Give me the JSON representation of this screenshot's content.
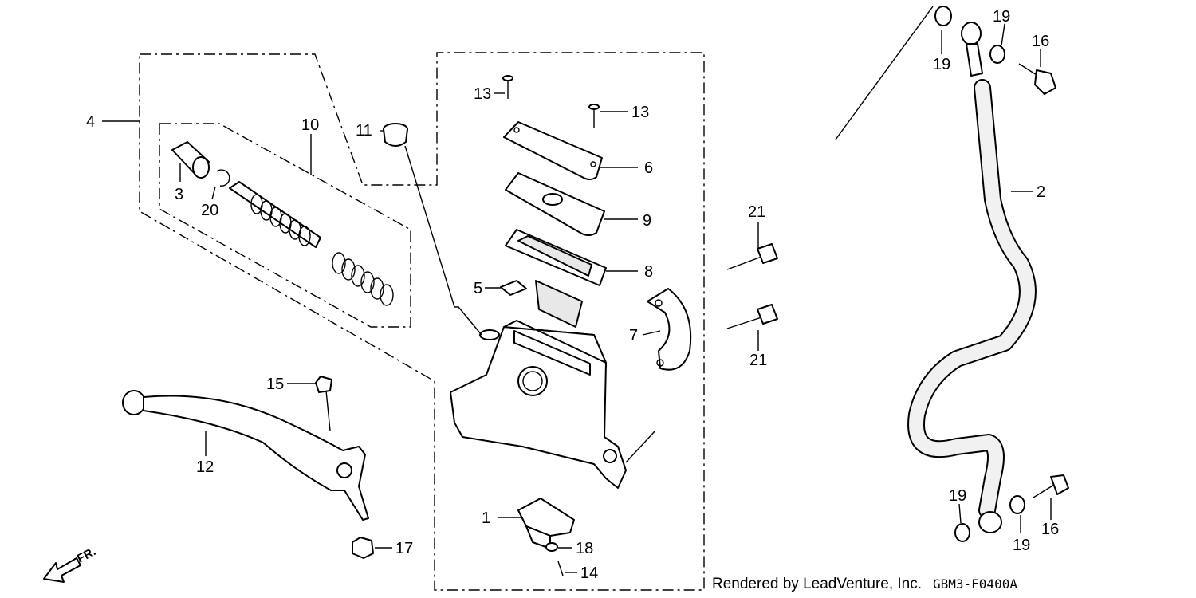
{
  "labels": {
    "l1": "1",
    "l2": "2",
    "l3": "3",
    "l4": "4",
    "l5": "5",
    "l6": "6",
    "l7": "7",
    "l8": "8",
    "l9": "9",
    "l10": "10",
    "l11": "11",
    "l12": "12",
    "l13a": "13",
    "l13b": "13",
    "l14": "14",
    "l15": "15",
    "l16a": "16",
    "l16b": "16",
    "l17": "17",
    "l18": "18",
    "l19a": "19",
    "l19b": "19",
    "l19c": "19",
    "l19d": "19",
    "l20": "20",
    "l21a": "21",
    "l21b": "21"
  },
  "direction_label": "FR.",
  "credit": "Rendered by LeadVenture, Inc.",
  "diagram_code": "GBM3-F0400A"
}
